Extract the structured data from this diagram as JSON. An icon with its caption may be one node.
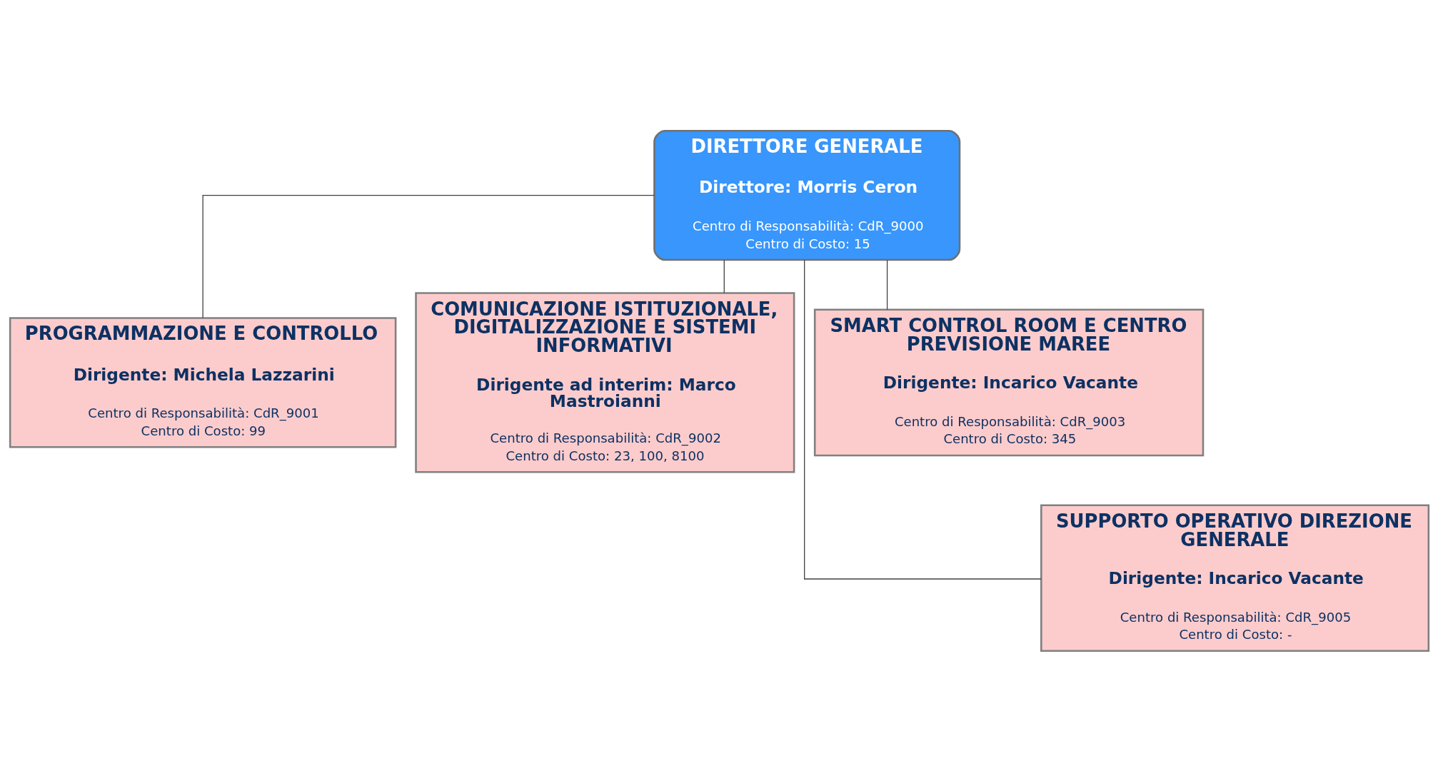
{
  "diagram": {
    "nodes": [
      {
        "text": [
          "DIRETTORE GENERALE",
          "Direttore: Morris Ceron",
          "Centro di Responsabilità: CdR_9000",
          "Centro di Costo: 15"
        ]
      },
      {
        "text": [
          "PROGRAMMAZIONE E CONTROLLO",
          "Dirigente: Michela Lazzarini",
          "Centro di Responsabilità: CdR_9001",
          "Centro di Costo: 99"
        ]
      },
      {
        "text": [
          "COMUNICAZIONE ISTITUZIONALE, DIGITALIZZAZIONE E SISTEMI INFORMATIVI",
          "Dirigente ad interim: Marco Mastroianni",
          "Centro di Responsabilità: CdR_9002",
          "Centro di Costo: 23, 100, 8100"
        ]
      },
      {
        "text": [
          "SMART CONTROL ROOM E CENTRO PREVISIONE MAREE",
          "Dirigente: Incarico Vacante",
          "Centro di Responsabilità: CdR_9003",
          "Centro di Costo: 345"
        ]
      },
      {
        "text": [
          "SUPPORTO OPERATIVO DIREZIONE GENERALE",
          "Dirigente: Incarico Vacante",
          "Centro di Responsabilità: CdR_9005",
          "Centro di Costo: -"
        ]
      }
    ],
    "edges": [
      {
        "from": 0,
        "to": 1,
        "arrow": "none"
      },
      {
        "from": 0,
        "to": 2,
        "arrow": "none"
      },
      {
        "from": 0,
        "to": 3,
        "arrow": "none"
      },
      {
        "from": 0,
        "to": 4,
        "arrow": "none"
      }
    ]
  }
}
